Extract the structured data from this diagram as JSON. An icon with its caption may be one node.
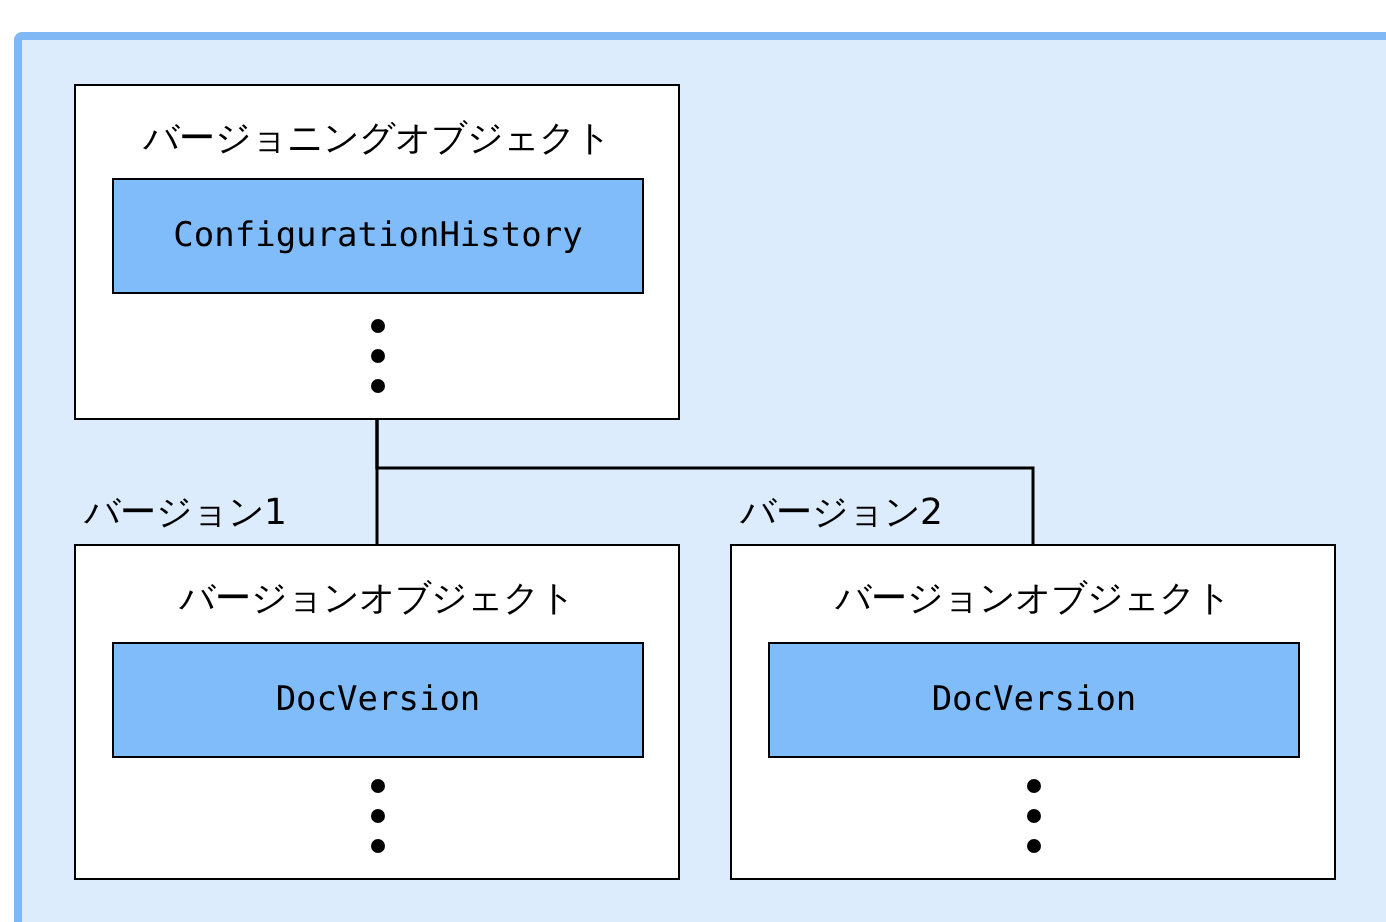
{
  "diagram": {
    "nodes": [
      {
        "text": [
          "バージョニングオブジェクト"
        ]
      },
      {
        "text": [
          "ConfigurationHistory"
        ],
        "in": 0
      },
      {
        "text": [
          "バージョン1",
          "バージョンオブジェクト"
        ]
      },
      {
        "text": [
          "DocVersion"
        ],
        "in": 2
      },
      {
        "text": [
          "バージョン2",
          "バージョンオブジェクト"
        ]
      },
      {
        "text": [
          "DocVersion"
        ],
        "in": 4
      }
    ],
    "edges": [
      {
        "from": 0,
        "to": 2,
        "arrow": "none"
      },
      {
        "from": 0,
        "to": 4,
        "arrow": "none"
      }
    ]
  }
}
